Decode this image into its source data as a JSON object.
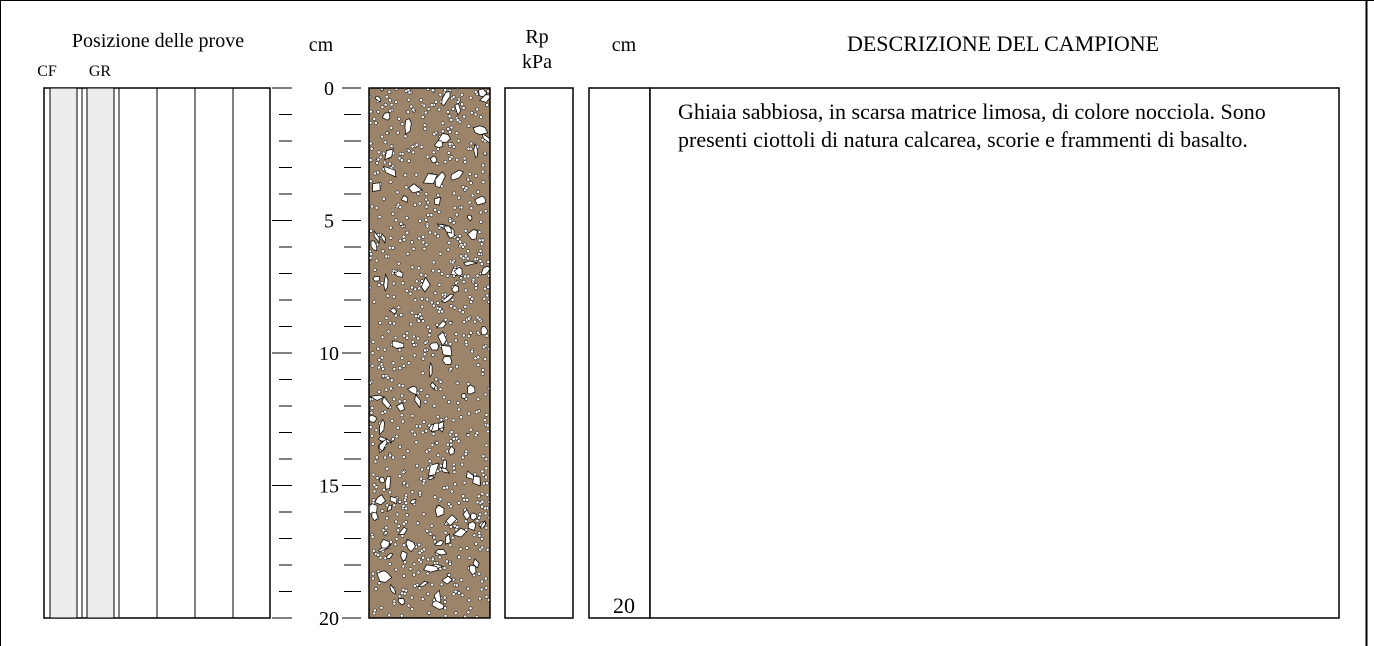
{
  "header": {
    "positions_title": "Posizione delle prove",
    "cf_label": "CF",
    "gr_label": "GR",
    "depth_unit_left": "cm",
    "rp_label": "Rp",
    "rp_unit": "kPa",
    "depth_unit_right": "cm",
    "description_title": "DESCRIZIONE DEL CAMPIONE"
  },
  "depth_scale": {
    "min": 0,
    "max": 20,
    "major_step": 5,
    "minor_step": 1,
    "labels": [
      "0",
      "5",
      "10",
      "15",
      "20"
    ]
  },
  "right_depth_label": "20",
  "sample": {
    "description": "Ghiaia sabbiosa, in scarsa matrice limosa, di colore nocciola. Sono presenti ciottoli di natura calcarea, scorie e frammenti di basalto.",
    "matrix_color": "#9b8469",
    "gravel_color": "#ffffff"
  },
  "colors": {
    "test_column_fill": "#ececec",
    "line": "#000000"
  }
}
